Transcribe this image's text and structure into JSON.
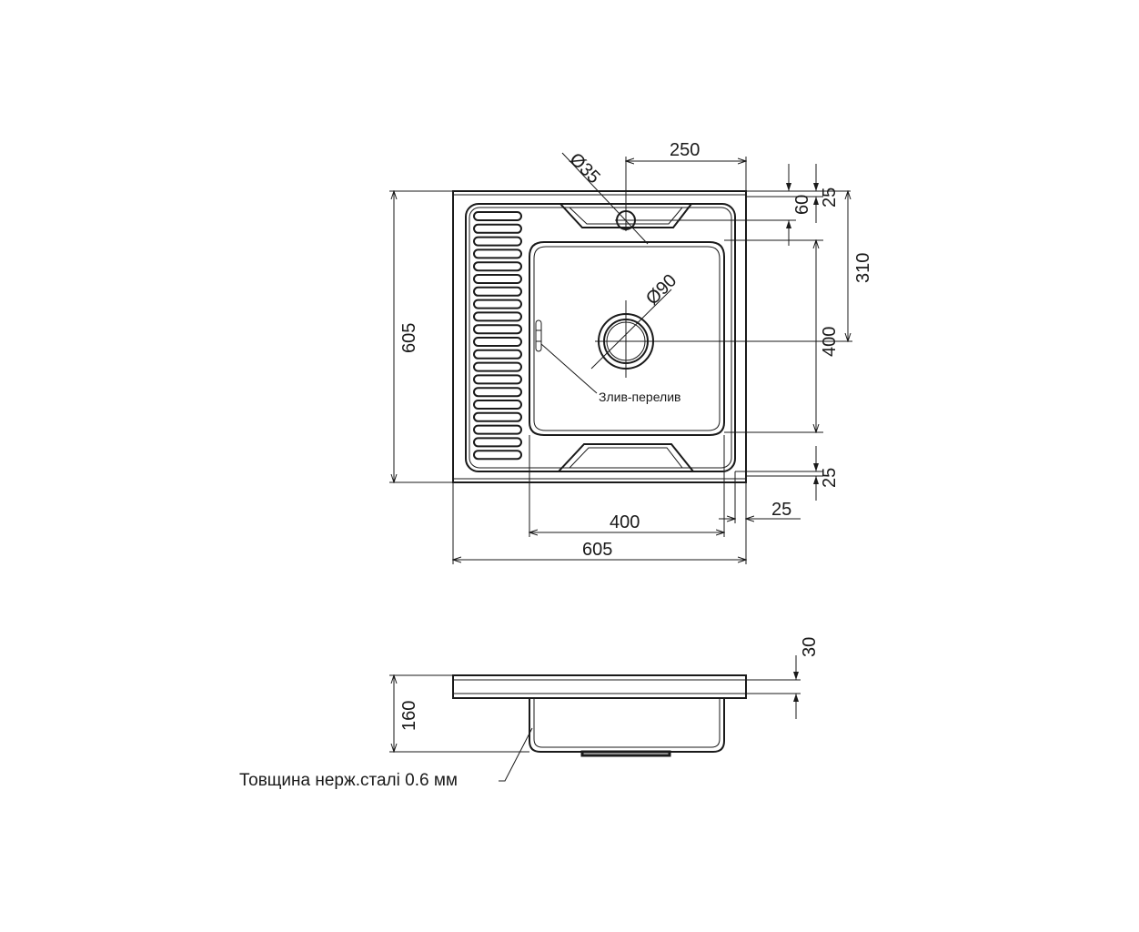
{
  "top_view": {
    "dim_width_total": "605",
    "dim_height_total": "605",
    "dim_bowl_width": "400",
    "dim_bowl_height": "400",
    "dim_right_margin": "25",
    "dim_tap_offset": "250",
    "dim_tap_hole": "Ø35",
    "dim_drain": "Ø90",
    "dim_top_25": "25",
    "dim_top_60": "60",
    "dim_310": "310",
    "dim_bottom_25": "25",
    "overflow_label": "Злив-перелив"
  },
  "side_view": {
    "dim_depth": "160",
    "dim_rim": "30",
    "thickness_note": "Товщина нерж.сталі 0.6 мм"
  }
}
